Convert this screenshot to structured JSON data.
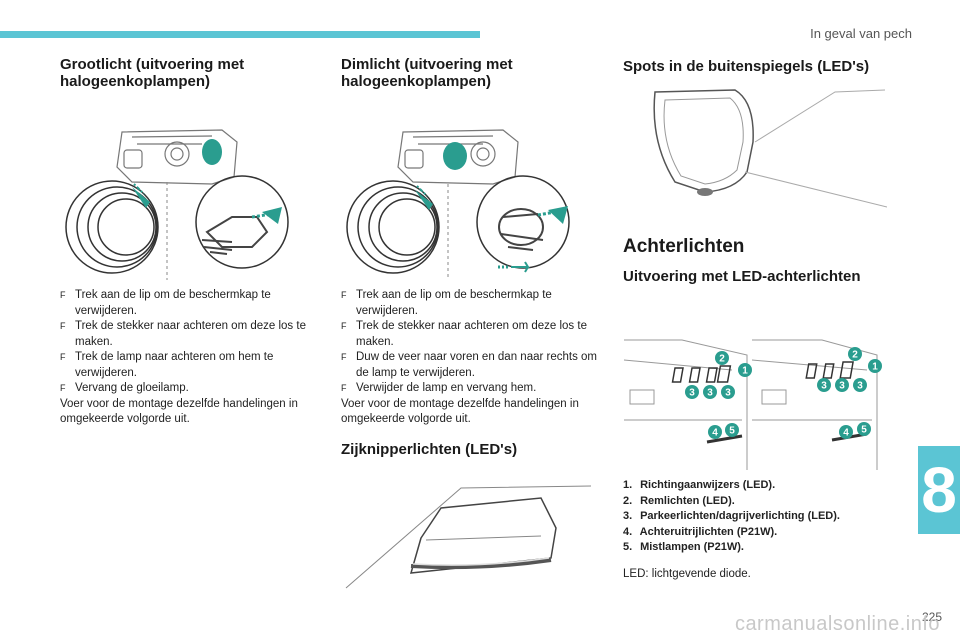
{
  "header": {
    "section": "In geval van pech"
  },
  "chapter": "8",
  "page_number": "225",
  "watermark": "carmanualsonline.info",
  "col1": {
    "title": "Grootlicht (uitvoering met halogeenkoplampen)",
    "steps": [
      "Trek aan de lip om de beschermkap te verwijderen.",
      "Trek de stekker naar achteren om deze los te maken.",
      "Trek de lamp naar achteren om hem te verwijderen.",
      "Vervang de gloeilamp."
    ],
    "note": "Voer voor de montage dezelfde handelingen in omgekeerde volgorde uit."
  },
  "col2": {
    "title": "Dimlicht (uitvoering met halogeenkoplampen)",
    "steps": [
      "Trek aan de lip om de beschermkap te verwijderen.",
      "Trek de stekker naar achteren om deze los te maken.",
      "Duw de veer naar voren en dan naar rechts om de lamp te verwijderen.",
      "Verwijder de lamp en vervang hem."
    ],
    "note": "Voer voor de montage dezelfde handelingen in omgekeerde volgorde uit.",
    "sub_title": "Zijknipperlichten (LED's)"
  },
  "col3": {
    "title": "Spots in de buitenspiegels (LED's)",
    "main_title": "Achterlichten",
    "sub_title": "Uitvoering met LED-achterlichten",
    "callouts": [
      "1",
      "2",
      "3",
      "4",
      "5"
    ],
    "legend": [
      {
        "num": "1.",
        "text": "Richtingaanwijzers (LED)."
      },
      {
        "num": "2.",
        "text": "Remlichten (LED)."
      },
      {
        "num": "3.",
        "text": "Parkeerlichten/dagrijverlichting (LED)."
      },
      {
        "num": "4.",
        "text": "Achteruitrijlichten (P21W)."
      },
      {
        "num": "5.",
        "text": "Mistlampen (P21W)."
      }
    ],
    "footnote": "LED: lichtgevende diode."
  },
  "colors": {
    "accent": "#5bc5d4",
    "highlight": "#2a9d8f"
  }
}
